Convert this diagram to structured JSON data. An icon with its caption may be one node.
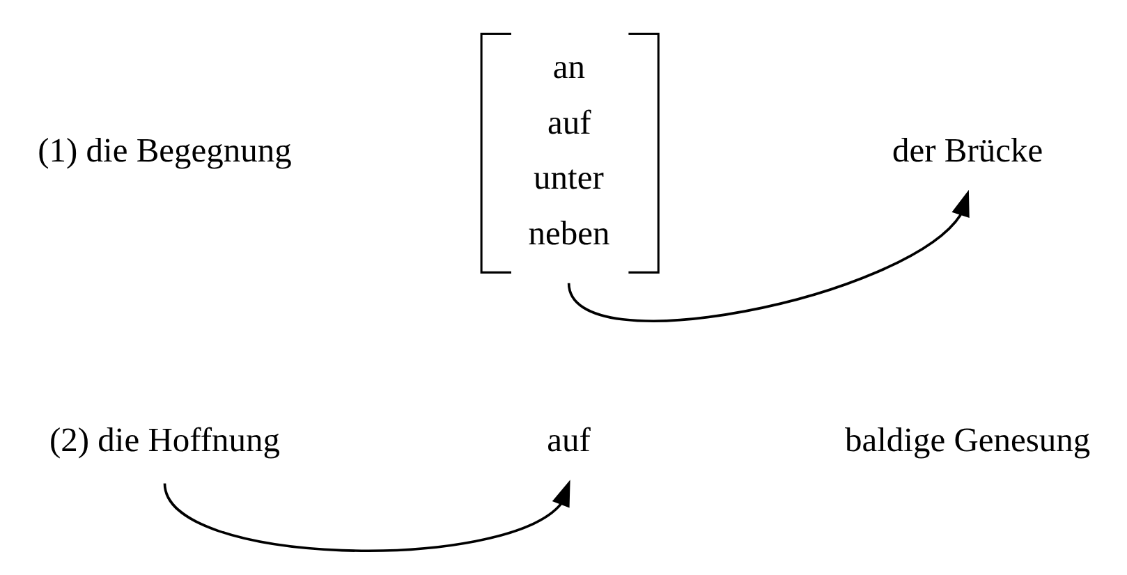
{
  "diagram": {
    "nodes": [
      {
        "text": [
          "(1) die Begegnung"
        ]
      },
      {
        "text": [
          "an",
          "auf",
          "unter",
          "neben"
        ]
      },
      {
        "text": [
          "der Brücke"
        ]
      },
      {
        "text": [
          "(2) die Hoffnung"
        ]
      },
      {
        "text": [
          "auf"
        ]
      },
      {
        "text": [
          "baldige Genesung"
        ]
      }
    ],
    "edges": [
      {
        "from": 1,
        "to": 2,
        "arrow": "to"
      },
      {
        "from": 3,
        "to": 4,
        "arrow": "to"
      }
    ]
  }
}
